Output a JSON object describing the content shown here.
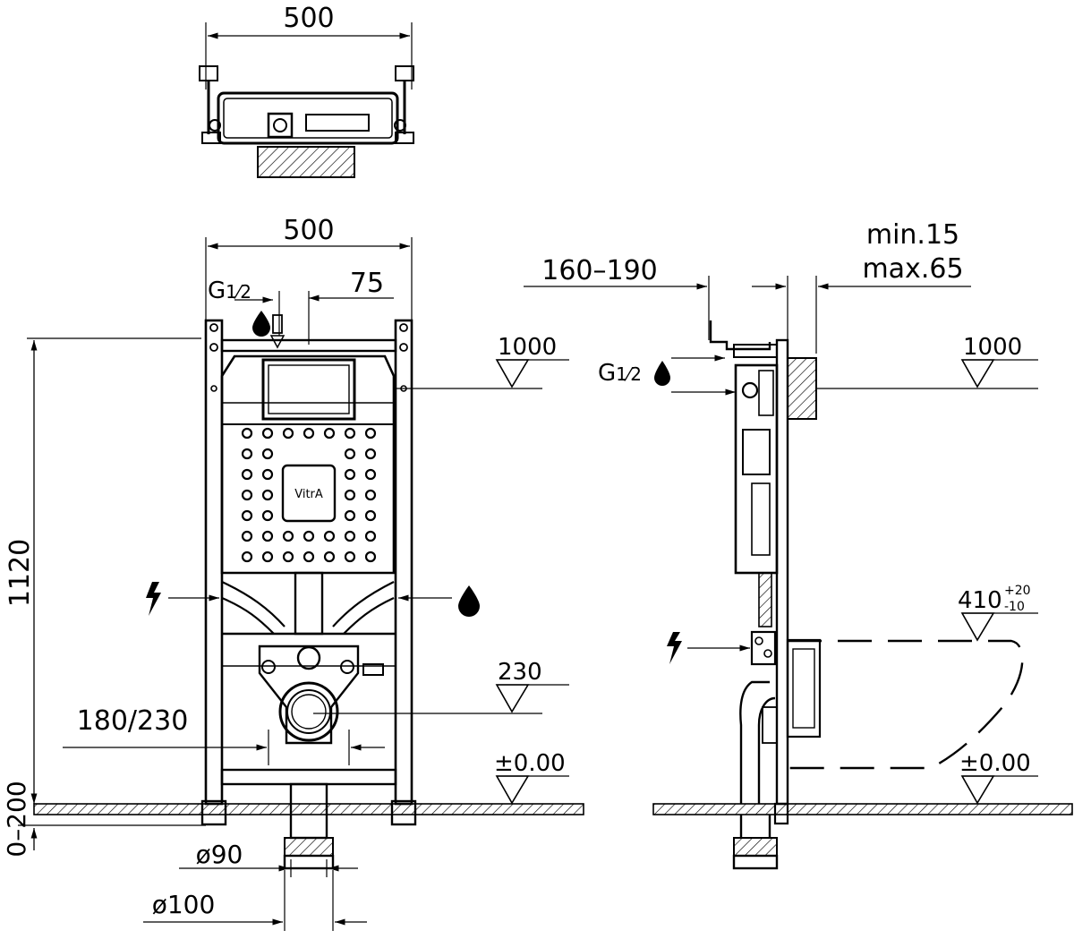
{
  "top_view": {
    "width_label": "500"
  },
  "front_view": {
    "width_label": "500",
    "offset_label": "75",
    "thread_label_main": "G",
    "thread_label_frac": "1⁄2",
    "height_label": "1120",
    "base_range_label": "0–200",
    "level_1000": "1000",
    "level_230": "230",
    "level_zero": "±0.00",
    "spacing_label": "180/230",
    "pipe_inner": "ø90",
    "pipe_outer": "ø100",
    "logo": "VitrA"
  },
  "side_view": {
    "depth_label": "160–190",
    "min_label": "min.15",
    "max_label": "max.65",
    "thread_label_main": "G",
    "thread_label_frac": "1⁄2",
    "level_1000": "1000",
    "level_410": "410",
    "tol_plus": "+20",
    "tol_minus": "-10",
    "level_zero": "±0.00"
  },
  "icons": [
    "water-drop-icon",
    "electric-bolt-icon",
    "level-marker-icon",
    "hatched-floor"
  ]
}
